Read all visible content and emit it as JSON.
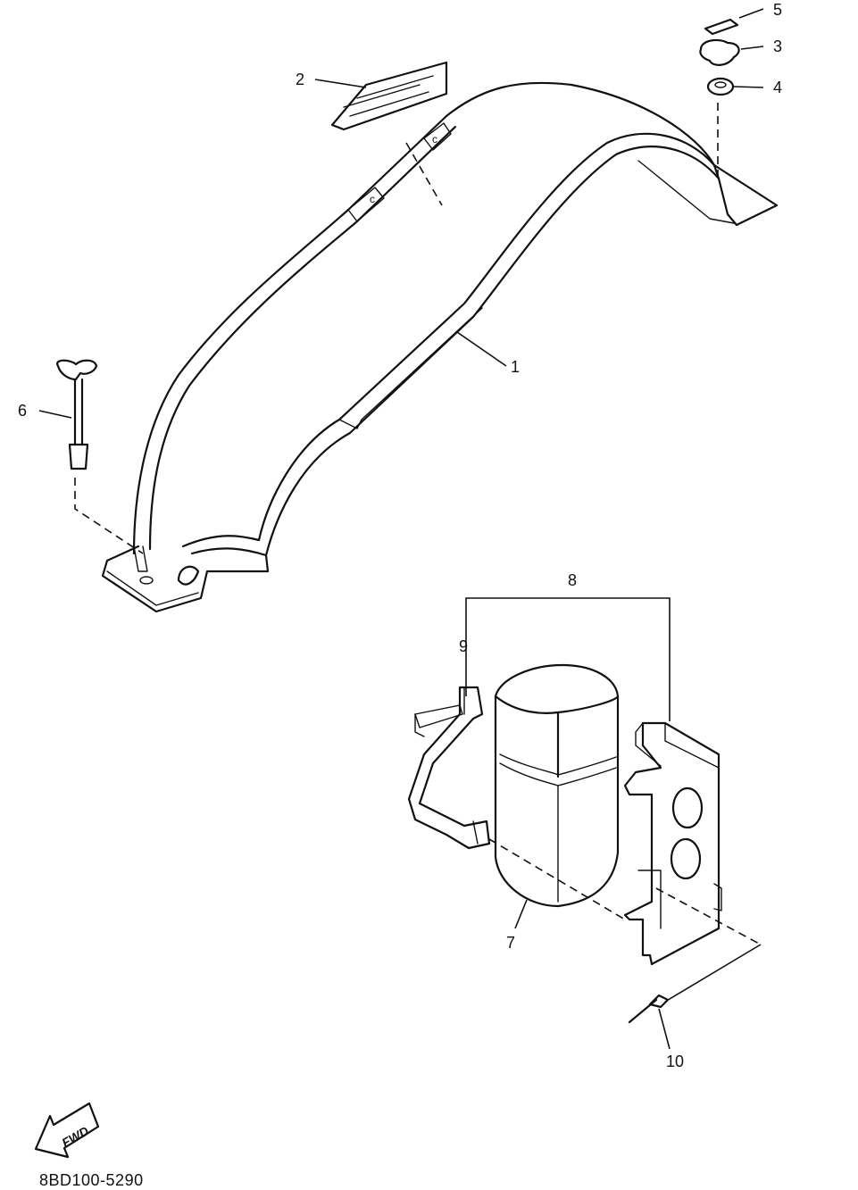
{
  "callouts": {
    "c1": "1",
    "c2": "2",
    "c3": "3",
    "c4": "4",
    "c5": "5",
    "c6": "6",
    "c7": "7",
    "c8": "8",
    "c9": "9",
    "c10": "10"
  },
  "direction_arrow": {
    "label": "FWD",
    "icon": "fwd-arrow-icon"
  },
  "drawing_code": "8BD100-5290",
  "colors": {
    "ink": "#111111",
    "paper": "#ffffff"
  }
}
